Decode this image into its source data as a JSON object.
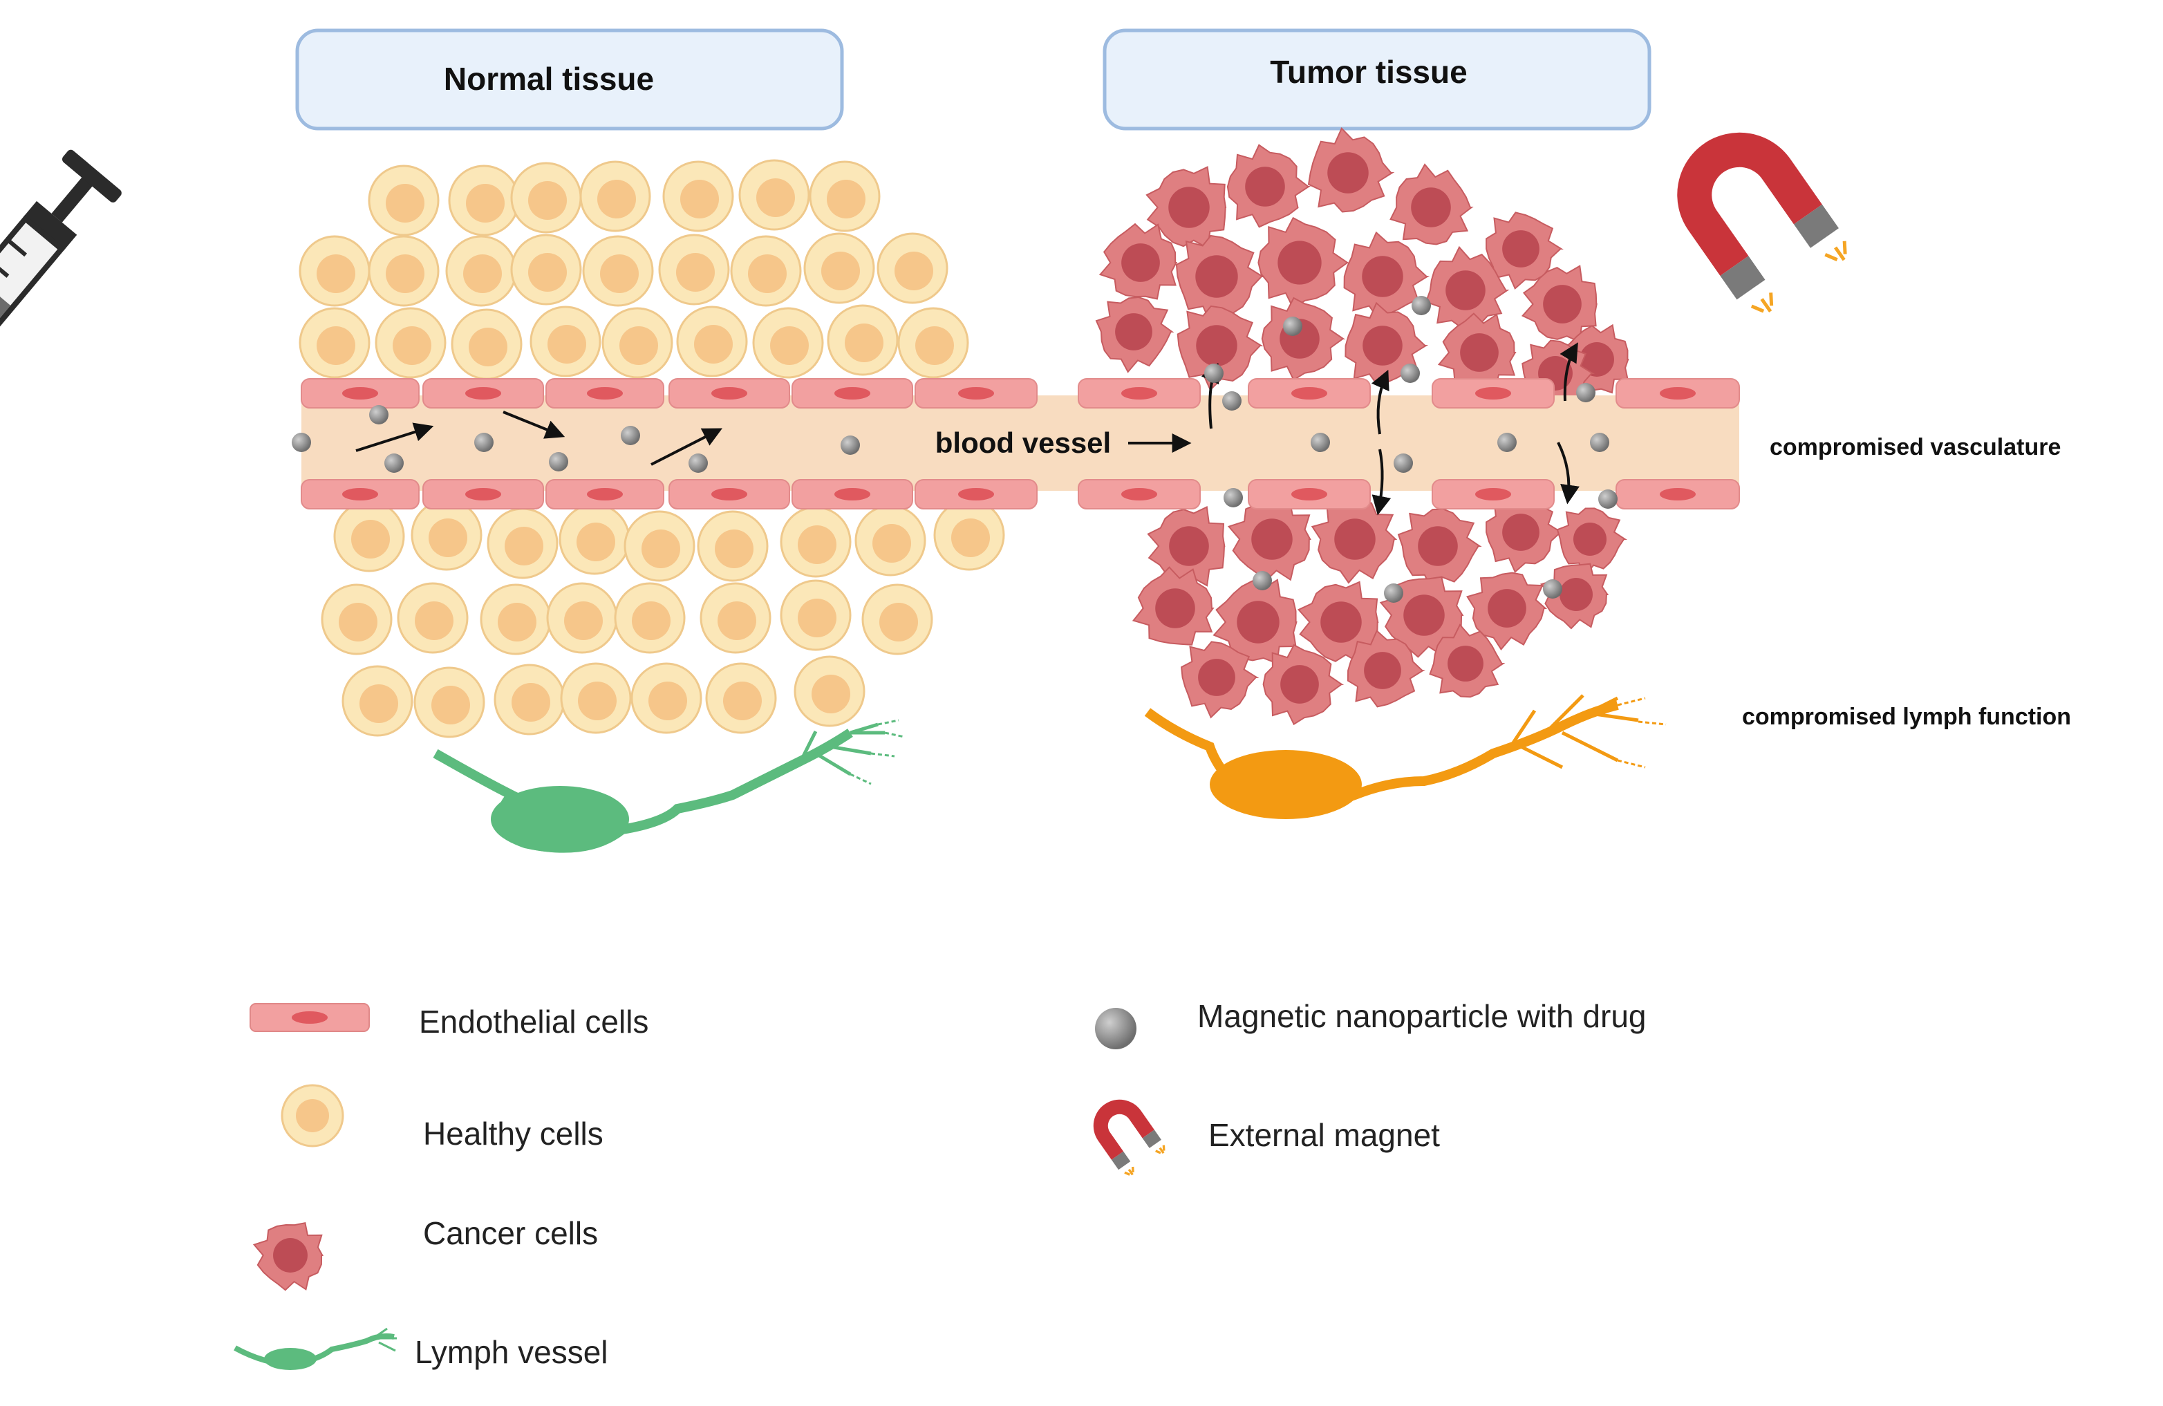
{
  "titles": {
    "normal": "Normal tissue",
    "tumor": "Tumor tissue"
  },
  "labels": {
    "blood_vessel": "blood vessel",
    "compromised_vasculature": "compromised vasculature",
    "compromised_lymph": "compromised lymph function"
  },
  "legend": {
    "endothelial": "Endothelial cells",
    "healthy": "Healthy cells",
    "cancer": "Cancer cells",
    "lymph": "Lymph vessel",
    "nanoparticle": "Magnetic nanoparticle with drug",
    "magnet": "External magnet"
  },
  "colors": {
    "panel_fill": "#e8f1fb",
    "panel_stroke": "#9dbbe0",
    "healthy_outer": "#fbe7b8",
    "healthy_inner": "#f6c68a",
    "endothelial": "#f2a0a0",
    "endothelial_nucleus": "#e0595f",
    "vessel_lumen": "#f8dcc0",
    "cancer_outer": "#dc7779",
    "cancer_inner": "#bd4c55",
    "nanoparticle": "#8a8a8a",
    "lymph_normal": "#5cbb7e",
    "lymph_tumor": "#f39a12",
    "magnet": "#c9343a"
  },
  "icons": {
    "syringe": "syringe-icon",
    "magnet": "magnet-icon",
    "nanoparticle": "nanoparticle-icon"
  }
}
